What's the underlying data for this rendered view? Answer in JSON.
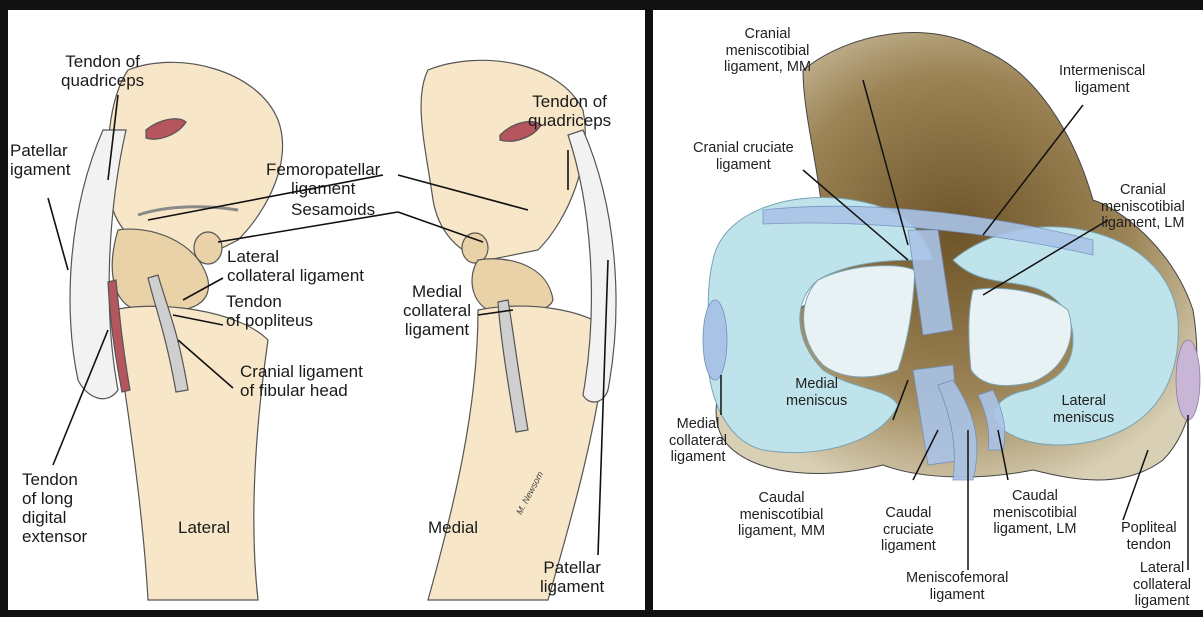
{
  "left_panel": {
    "labels": {
      "tendon_quadriceps_left": [
        "Tendon of",
        "quadriceps"
      ],
      "patellar_ligament_left": [
        "Patellar",
        "igament"
      ],
      "femoropatellar": [
        "Femoropatellar",
        "ligament"
      ],
      "sesamoids": [
        "Sesamoids"
      ],
      "lateral_collateral": [
        "Lateral",
        "collateral ligament"
      ],
      "tendon_popliteus": [
        "Tendon",
        "of popliteus"
      ],
      "cranial_fibular": [
        "Cranial ligament",
        "of fibular head"
      ],
      "long_digital_extensor": [
        "Tendon",
        "of long",
        "digital",
        "extensor"
      ],
      "lateral_view": [
        "Lateral"
      ],
      "tendon_quadriceps_right": [
        "Tendon of",
        "quadriceps"
      ],
      "medial_collateral": [
        "Medial",
        "collateral",
        "ligament"
      ],
      "medial_view": [
        "Medial"
      ],
      "patellar_ligament_right": [
        "Patellar",
        "ligament"
      ]
    },
    "signature": "M. Newsom",
    "colors": {
      "bone": "#f7e6c8",
      "bone_shade": "#ead2a8",
      "muscle": "#b5555e",
      "ligament": "#f2f2f2",
      "outline": "#555555"
    }
  },
  "right_panel": {
    "labels": {
      "cranial_menisco_mm": [
        "Cranial",
        "meniscotibial",
        "ligament, MM"
      ],
      "intermeniscal": [
        "Intermeniscal",
        "ligament"
      ],
      "cranial_cruciate": [
        "Cranial cruciate",
        "ligament"
      ],
      "cranial_menisco_lm": [
        "Cranial",
        "meniscotibial",
        "ligament, LM"
      ],
      "medial_meniscus": [
        "Medial",
        "meniscus"
      ],
      "lateral_meniscus": [
        "Lateral",
        "meniscus"
      ],
      "medial_collateral": [
        "Medial",
        "collateral",
        "ligament"
      ],
      "caudal_menisco_mm": [
        "Caudal",
        "meniscotibial",
        "ligament, MM"
      ],
      "caudal_cruciate": [
        "Caudal",
        "cruciate",
        "ligament"
      ],
      "caudal_menisco_lm": [
        "Caudal",
        "meniscotibial",
        "ligament, LM"
      ],
      "popliteal_tendon": [
        "Popliteal",
        "tendon"
      ],
      "meniscofemoral": [
        "Meniscofemoral",
        "ligament"
      ],
      "lateral_collateral": [
        "Lateral",
        "collateral",
        "ligament"
      ]
    },
    "colors": {
      "bone": "#a08a5c",
      "bone_dark": "#5e4a2a",
      "meniscus": "#bfe3ea",
      "ligament": "#a9c3e6",
      "articular": "#dcecf2"
    }
  }
}
